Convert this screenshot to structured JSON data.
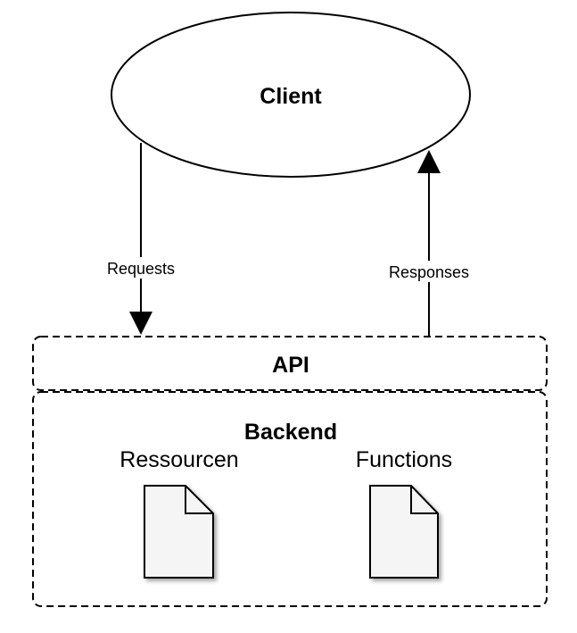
{
  "nodes": {
    "client": {
      "label": "Client"
    },
    "api": {
      "label": "API"
    },
    "backend": {
      "label": "Backend",
      "items": [
        {
          "label": "Ressourcen",
          "icon": "document-icon"
        },
        {
          "label": "Functions",
          "icon": "document-icon"
        }
      ]
    }
  },
  "edges": {
    "requests": {
      "label": "Requests",
      "from": "Client",
      "to": "API"
    },
    "responses": {
      "label": "Responses",
      "from": "API",
      "to": "Client"
    }
  },
  "colors": {
    "stroke": "#000000",
    "background": "#ffffff",
    "document_fill": "#f5f5f5"
  }
}
